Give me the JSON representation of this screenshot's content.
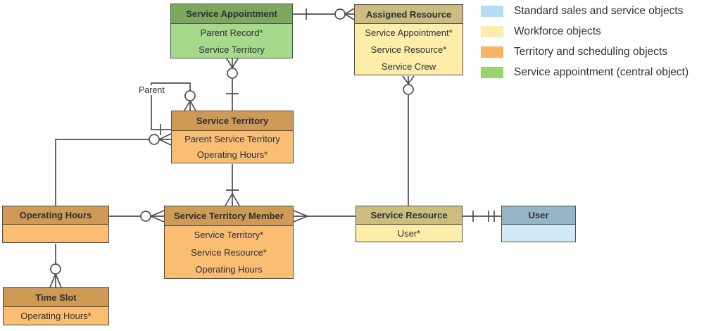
{
  "palette": {
    "line": "#4E4E4E",
    "text": "#2E2E3A",
    "green_header": "#7DA95C",
    "green_body": "#A6D98A",
    "orange_header": "#CE9A55",
    "orange_body": "#F9BE72",
    "tan_header": "#CBBD7D",
    "tan_body": "#FCEDA8",
    "blue_header": "#95B5C7",
    "blue_body": "#D0E9F5"
  },
  "entities": {
    "service_appointment": {
      "title": "Service Appointment",
      "fields": [
        "Parent Record*",
        "Service Territory"
      ]
    },
    "assigned_resource": {
      "title": "Assigned Resource",
      "fields": [
        "Service Appointment*",
        "Service Resource*",
        "Service Crew"
      ]
    },
    "service_territory": {
      "title": "Service Territory",
      "fields": [
        "Parent Service Territory",
        "Operating Hours*"
      ]
    },
    "operating_hours": {
      "title": "Operating Hours",
      "fields": []
    },
    "service_territory_member": {
      "title": "Service Territory Member",
      "fields": [
        "Service Territory*",
        "Service Resource*",
        "Operating Hours"
      ]
    },
    "service_resource": {
      "title": "Service Resource",
      "fields": [
        "User*"
      ]
    },
    "user": {
      "title": "User",
      "fields": []
    },
    "time_slot": {
      "title": "Time Slot",
      "fields": [
        "Operating Hours*"
      ]
    }
  },
  "labels": {
    "parent": "Parent"
  },
  "legend": {
    "items": [
      {
        "label": "Standard sales and service objects",
        "color": "#B3DDF2"
      },
      {
        "label": "Workforce objects",
        "color": "#FDEBA8"
      },
      {
        "label": "Territory and scheduling objects",
        "color": "#F8B266"
      },
      {
        "label": "Service appointment (central object)",
        "color": "#97D36F"
      }
    ]
  }
}
